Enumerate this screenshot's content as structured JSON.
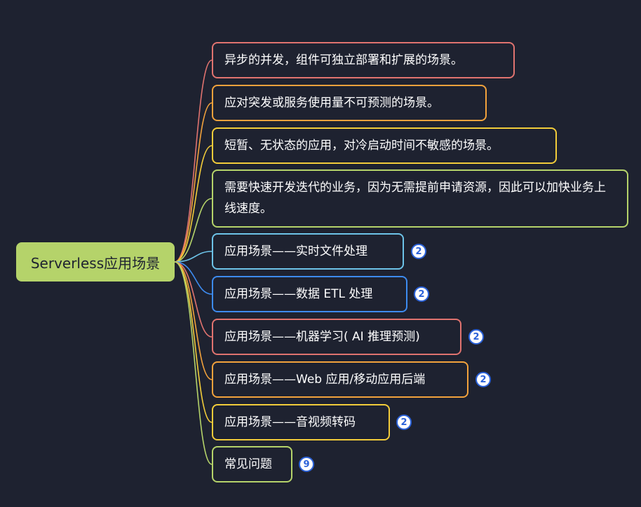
{
  "root": {
    "label": "Serverless应用场景",
    "color": "#b5d36a"
  },
  "nodes": [
    {
      "label": "异步的并发，组件可独立部署和扩展的场景。",
      "color": "#e0736f"
    },
    {
      "label": "应对突发或服务使用量不可预测的场景。",
      "color": "#f2a23c"
    },
    {
      "label": "短暂、无状态的应用，对冷启动时间不敏感的场景。",
      "color": "#f2cc3a"
    },
    {
      "label": "需要快速开发迭代的业务，因为无需提前申请资源，因此可以加快业务上线速度。",
      "color": "#b5d36a"
    },
    {
      "label": "应用场景——实时文件处理",
      "color": "#6dc3e8",
      "badge": "2"
    },
    {
      "label": "应用场景——数据 ETL 处理",
      "color": "#3d8bf0",
      "badge": "2"
    },
    {
      "label": "应用场景——机器学习( AI 推理预测)",
      "color": "#e0736f",
      "badge": "2"
    },
    {
      "label": "应用场景——Web 应用/移动应用后端",
      "color": "#f2a23c",
      "badge": "2"
    },
    {
      "label": "应用场景——音视频转码",
      "color": "#f2cc3a",
      "badge": "2"
    },
    {
      "label": "常见问题",
      "color": "#b5d36a",
      "badge": "9"
    }
  ],
  "badge_color": "#2b62d9",
  "link_colors": [
    "#e0736f",
    "#f2a23c",
    "#f2cc3a",
    "#b5d36a",
    "#6dc3e8",
    "#3d8bf0",
    "#e0736f",
    "#f2a23c",
    "#f2cc3a",
    "#b5d36a"
  ]
}
